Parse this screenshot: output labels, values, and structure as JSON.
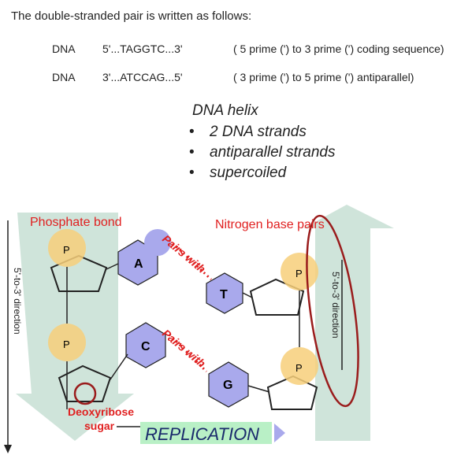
{
  "intro": "The double-stranded pair is written as follows:",
  "rows": [
    {
      "label": "DNA",
      "sequence": "5'...TAGGTC...3'",
      "note": "( 5 prime (') to 3 prime (') coding sequence)"
    },
    {
      "label": "DNA",
      "sequence": "3'...ATCCAG...5'",
      "note": "( 3 prime (') to 5 prime (') antiparallel)"
    }
  ],
  "helix": {
    "title": "DNA helix",
    "bullets": [
      "2 DNA strands",
      "antiparallel strands",
      "supercoiled"
    ]
  },
  "diagram": {
    "phosphate_bond": "Phosphate bond",
    "nitrogen_base_pairs": "Nitrogen base pairs",
    "pairs_with_1": "Pairs with",
    "pairs_with_2": "Pairs with",
    "deoxyribose": "Deoxyribose",
    "sugar": "sugar",
    "replication": "REPLICATION",
    "left_direction": "5'-to-3' direction",
    "right_direction": "5'-to-3' direction",
    "base_A": "A",
    "base_T": "T",
    "base_C": "C",
    "base_G": "G",
    "phosphate_P": "P",
    "colors": {
      "red": "#e02020",
      "blue_base": "#a9a9ec",
      "yellow_phosphate": "#f7cf7a",
      "arrow_band": "#cfe4da",
      "replication_bg": "#b9f0c6",
      "dark_red_ring": "#9a1c1c"
    }
  }
}
